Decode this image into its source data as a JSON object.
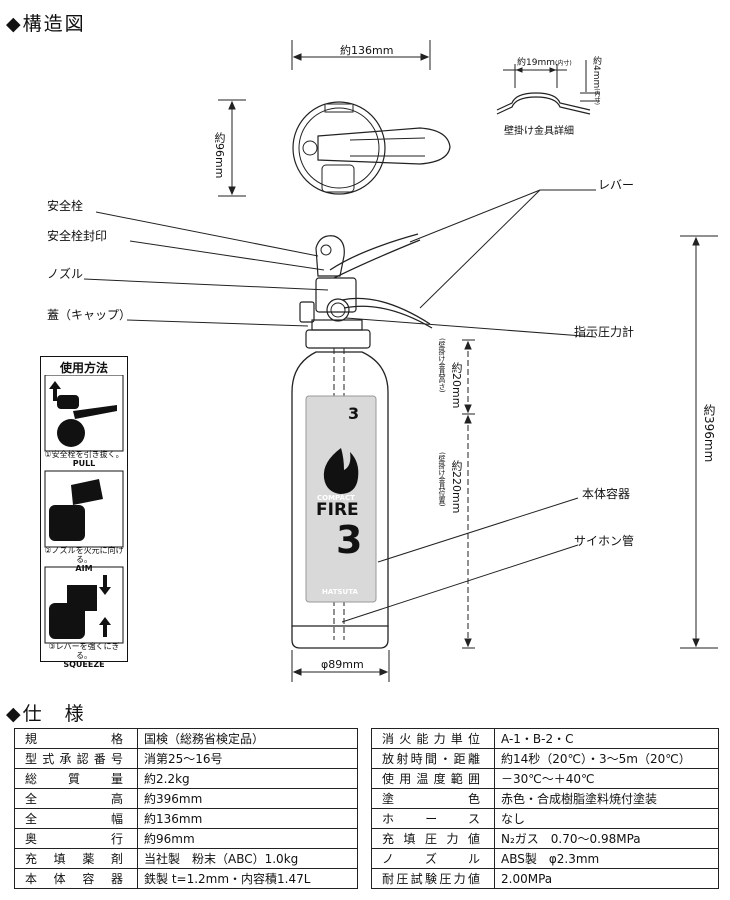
{
  "structure": {
    "title": "◆構造図",
    "callouts": {
      "safety_pin": "安全栓",
      "pin_seal": "安全栓封印",
      "nozzle": "ノズル",
      "cap": "蓋（キャップ）",
      "lever": "レバー",
      "pressure_gauge": "指示圧力計",
      "body": "本体容器",
      "siphon": "サイホン管"
    },
    "dimensions": {
      "width": "約136mm",
      "depth": "約96mm",
      "height": "約396mm",
      "diameter": "φ89mm",
      "bracket_width": "約19mm",
      "bracket_width_note": "(内寸)",
      "bracket_height": "約4mm",
      "bracket_height_note": "(内寸)",
      "bracket_caption": "壁掛け金具詳細",
      "upper_span": "約20mm",
      "upper_note": "(壁掛け金具高さ)",
      "lower_span": "約220mm",
      "lower_note": "(壁掛け金具位置)"
    },
    "label": {
      "compact": "COMPACT",
      "fire": "FIRE",
      "big_number": "3",
      "brand": "HATSUTA"
    },
    "usage": {
      "title": "使用方法",
      "steps": [
        {
          "text": "①安全栓を引き抜く。",
          "en": "PULL"
        },
        {
          "text": "②ノズルを火元に向ける。",
          "en": "AIM"
        },
        {
          "text": "③レバーを強くにぎる。",
          "en": "SQUEEZE"
        }
      ]
    }
  },
  "specs": {
    "title": "◆仕　様",
    "left": [
      {
        "k": "規格",
        "v": "国検（総務省検定品）"
      },
      {
        "k": "型式承認番号",
        "v": "消第25～16号"
      },
      {
        "k": "総質量",
        "v": "約2.2kg"
      },
      {
        "k": "全高",
        "v": "約396mm"
      },
      {
        "k": "全幅",
        "v": "約136mm"
      },
      {
        "k": "奥行",
        "v": "約96mm"
      },
      {
        "k": "充填薬剤",
        "v": "当社製　粉末（ABC）1.0kg"
      },
      {
        "k": "本体容器",
        "v": "鉄製 t=1.2mm・内容積1.47L"
      }
    ],
    "right": [
      {
        "k": "消火能力単位",
        "v": "A-1・B-2・C"
      },
      {
        "k": "放射時間・距離",
        "v": "約14秒（20℃）・3～5m（20℃）"
      },
      {
        "k": "使用温度範囲",
        "v": "－30℃～＋40℃"
      },
      {
        "k": "塗色",
        "v": "赤色・合成樹脂塗料焼付塗装"
      },
      {
        "k": "ホース",
        "v": "なし"
      },
      {
        "k": "充填圧力値",
        "v": "N₂ガス　0.70～0.98MPa"
      },
      {
        "k": "ノズル",
        "v": "ABS製　φ2.3mm"
      },
      {
        "k": "耐圧試験圧力値",
        "v": "2.00MPa"
      }
    ]
  }
}
